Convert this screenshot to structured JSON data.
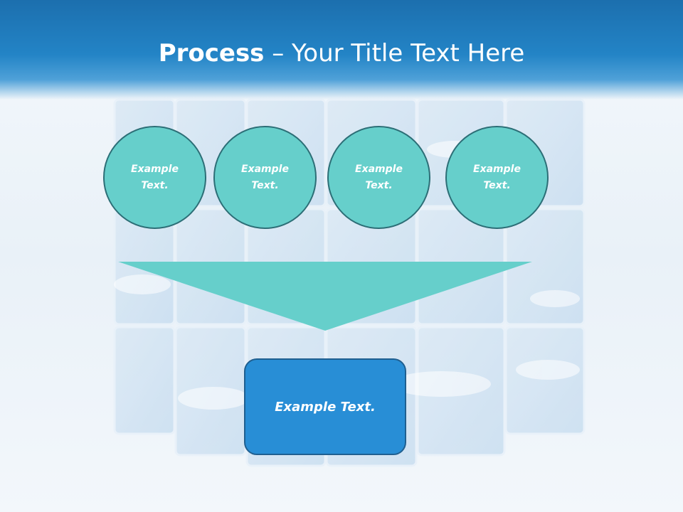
{
  "title": {
    "bold": "Process",
    "rest": " – Your Title Text Here"
  },
  "circles": [
    {
      "label": "Example Text."
    },
    {
      "label": "Example Text."
    },
    {
      "label": "Example Text."
    },
    {
      "label": "Example Text."
    }
  ],
  "result": {
    "label": "Example Text."
  },
  "colors": {
    "header": "#2384c6",
    "circle_fill": "#66cfcb",
    "circle_border": "#2c6e76",
    "arrow": "#66cfcb",
    "result_fill": "#288ed6",
    "result_border": "#1f5f90"
  }
}
